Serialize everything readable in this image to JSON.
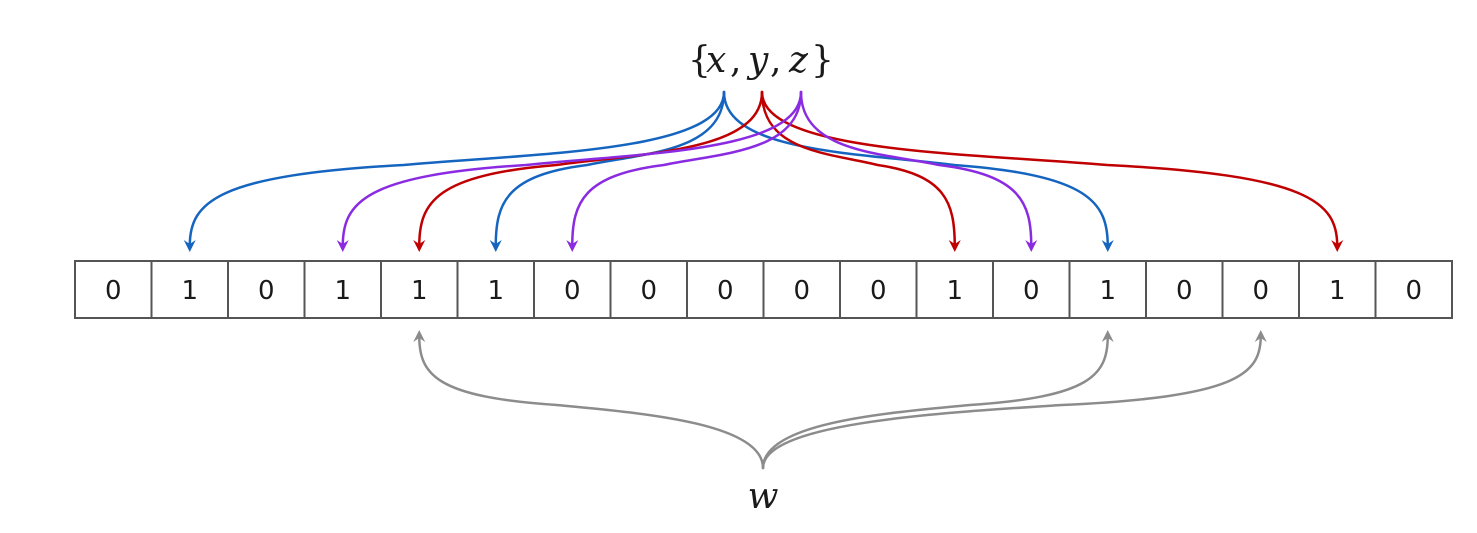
{
  "set_label": {
    "open": "{",
    "x": "x",
    "sep1": ",",
    "y": "y",
    "sep2": ",",
    "z": "z",
    "close": "}"
  },
  "query_label": "w",
  "bit_array": [
    "0",
    "1",
    "0",
    "1",
    "1",
    "1",
    "0",
    "0",
    "0",
    "0",
    "0",
    "1",
    "0",
    "1",
    "0",
    "0",
    "1",
    "0"
  ],
  "colors": {
    "x": "#1565c0",
    "y": "#c00000",
    "z": "#8a2be2",
    "w": "#8c8c8c",
    "grid": "#555555"
  },
  "hash_mappings": {
    "x": [
      1,
      5,
      13
    ],
    "y": [
      4,
      11,
      16
    ],
    "z": [
      3,
      6,
      12
    ],
    "w": [
      4,
      13,
      15
    ]
  }
}
